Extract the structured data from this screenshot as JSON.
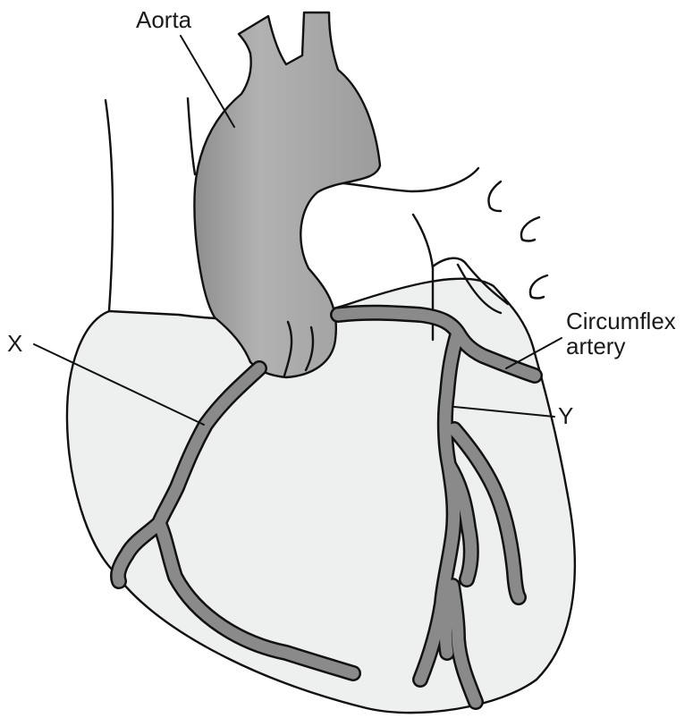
{
  "labels": {
    "aorta": "Aorta",
    "x": "X",
    "circumflex_line1": "Circumflex",
    "circumflex_line2": "artery",
    "y": "Y"
  },
  "colors": {
    "background": "#ffffff",
    "heart_fill": "#eef0ef",
    "vessel_fill": "#8a8a8a",
    "aorta_fill": "#a3a3a3",
    "outline": "#111111"
  }
}
